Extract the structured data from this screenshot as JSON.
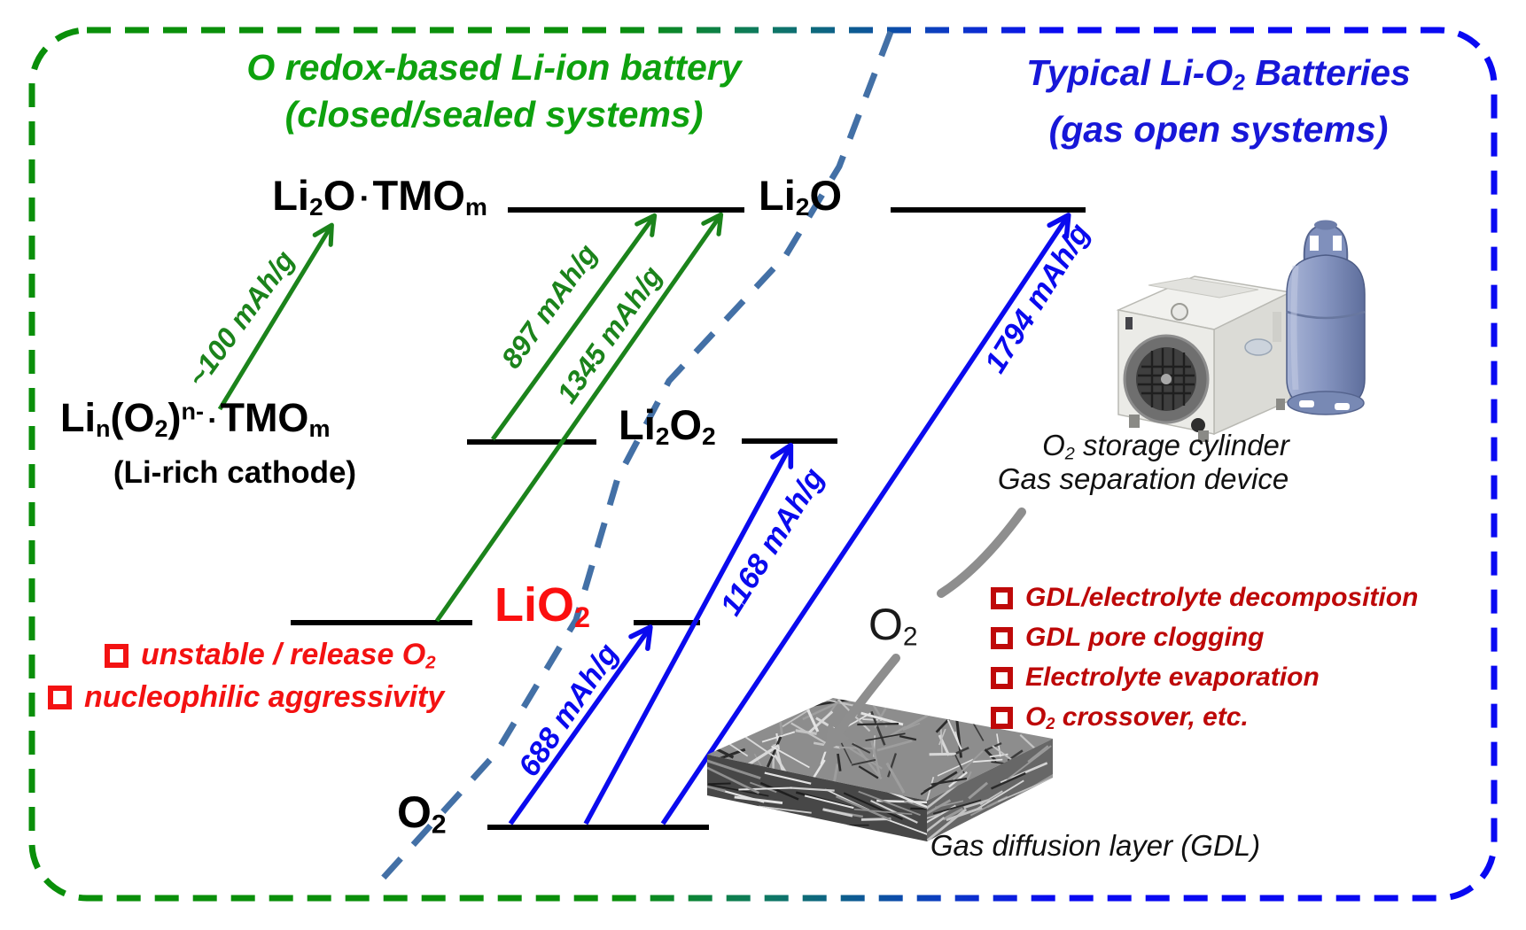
{
  "colors": {
    "green_title": "#0ea10e",
    "green_arrow": "#1b831b",
    "blue_title": "#1717d8",
    "blue_arrow": "#0a0aee",
    "border_green": "#0a8f0a",
    "border_blue": "#0909f2",
    "divider_dashed": "#4370a6",
    "red_bright": "#f31212",
    "red_dark": "#bd0808",
    "lio2_red": "#fb0f0f",
    "grey_arrow": "#8e8e8e",
    "level_black": "#000000"
  },
  "titles": {
    "left": {
      "line1": "O redox-based Li-ion battery",
      "line2": "(closed/sealed systems)"
    },
    "right": {
      "line1_rich": [
        {
          "t": "Typical Li-O"
        },
        {
          "t": "2",
          "s": "sub"
        },
        {
          "t": " Batteries"
        }
      ],
      "line2": "(gas open systems)"
    }
  },
  "species": {
    "li2o_tmo": [
      {
        "t": "Li"
      },
      {
        "t": "2",
        "s": "sub"
      },
      {
        "t": "O"
      },
      {
        "t": " ▪ ",
        "s": "dot"
      },
      {
        "t": "TMO"
      },
      {
        "t": "m",
        "s": "sub"
      }
    ],
    "li2o": [
      {
        "t": "Li"
      },
      {
        "t": "2",
        "s": "sub"
      },
      {
        "t": "O"
      }
    ],
    "lin_o2_tmo": [
      {
        "t": "Li"
      },
      {
        "t": "n",
        "s": "sub"
      },
      {
        "t": "(O"
      },
      {
        "t": "2",
        "s": "sub"
      },
      {
        "t": ")"
      },
      {
        "t": "n-",
        "s": "sup"
      },
      {
        "t": " ▪ ",
        "s": "dot"
      },
      {
        "t": "TMO"
      },
      {
        "t": "m",
        "s": "sub"
      }
    ],
    "li_rich_note": "(Li-rich cathode)",
    "li2o2": [
      {
        "t": "Li"
      },
      {
        "t": "2",
        "s": "sub"
      },
      {
        "t": "O"
      },
      {
        "t": "2",
        "s": "sub"
      }
    ],
    "lio2": [
      {
        "t": "Li"
      },
      {
        "t": "O"
      },
      {
        "t": "2",
        "s": "sub"
      }
    ],
    "o2_left": [
      {
        "t": "O"
      },
      {
        "t": "2",
        "s": "sub"
      }
    ],
    "o2_right": [
      {
        "t": "O"
      },
      {
        "t": "2",
        "s": "sub"
      }
    ]
  },
  "capacity_labels": {
    "a100": "~100 mAh/g",
    "a897": "897 mAh/g",
    "a1345": "1345 mAh/g",
    "a688": "688 mAh/g",
    "a1168": "1168 mAh/g",
    "a1794": "1794 mAh/g"
  },
  "warnings_left": {
    "items": [
      [
        {
          "t": "unstable / release O"
        },
        {
          "t": "2",
          "s": "sub"
        }
      ],
      [
        {
          "t": "nucleophilic aggressivity"
        }
      ]
    ]
  },
  "warnings_right": {
    "items": [
      [
        {
          "t": "GDL/electrolyte decomposition"
        }
      ],
      [
        {
          "t": "GDL pore clogging"
        }
      ],
      [
        {
          "t": "Electrolyte evaporation"
        }
      ],
      [
        {
          "t": "O"
        },
        {
          "t": "2",
          "s": "sub"
        },
        {
          "t": " crossover, etc."
        }
      ]
    ]
  },
  "captions": {
    "storage_rich": [
      {
        "t": "O"
      },
      {
        "t": "2",
        "s": "sub"
      },
      {
        "t": " storage cylinder"
      }
    ],
    "separation": "Gas separation device",
    "gdl": "Gas diffusion layer (GDL)"
  }
}
